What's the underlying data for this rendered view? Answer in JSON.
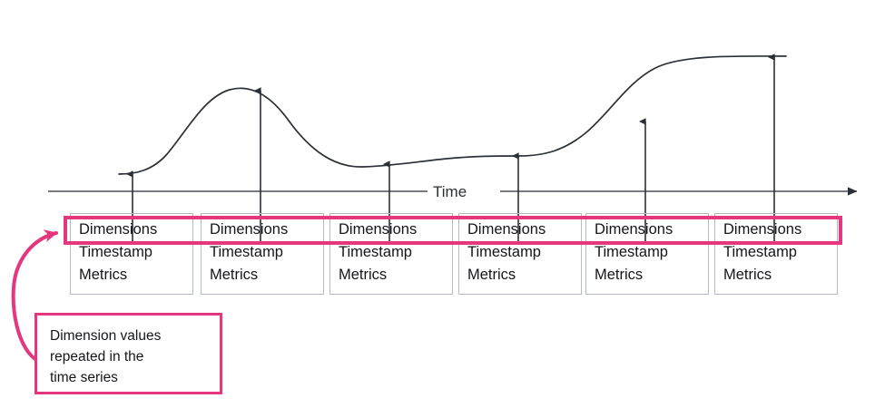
{
  "diagram": {
    "axis": {
      "label": "Time"
    },
    "records": [
      {
        "fields": [
          "Dimensions",
          "Timestamp",
          "Metrics"
        ]
      },
      {
        "fields": [
          "Dimensions",
          "Timestamp",
          "Metrics"
        ]
      },
      {
        "fields": [
          "Dimensions",
          "Timestamp",
          "Metrics"
        ]
      },
      {
        "fields": [
          "Dimensions",
          "Timestamp",
          "Metrics"
        ]
      },
      {
        "fields": [
          "Dimensions",
          "Timestamp",
          "Metrics"
        ]
      },
      {
        "fields": [
          "Dimensions",
          "Timestamp",
          "Metrics"
        ]
      }
    ],
    "callout": {
      "lines": [
        "Dimension values",
        "repeated in the",
        "time series"
      ]
    },
    "colors": {
      "accent": "#e5377e",
      "curve": "#2b2f36",
      "axis": "#4a4f57",
      "box_border": "#b6bac3",
      "text": "#14161a"
    }
  },
  "chart_data": {
    "type": "line",
    "title": "",
    "xlabel": "Time",
    "ylabel": "",
    "grid": false,
    "legend": "none",
    "series": [
      {
        "name": "metric",
        "x": [
          146,
          287,
          429,
          571,
          711,
          853
        ],
        "y": [
          0.11,
          1.0,
          0.28,
          0.35,
          0.64,
          1.03
        ]
      }
    ],
    "annotations": [
      "Dimension values repeated in the time series"
    ],
    "sample_markers": 6
  }
}
